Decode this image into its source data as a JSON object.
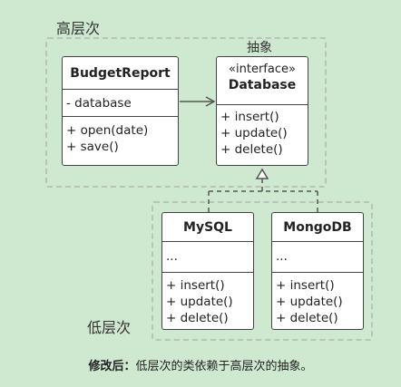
{
  "regions": {
    "high": {
      "label": "高层次"
    },
    "abstraction": {
      "label": "抽象"
    },
    "low": {
      "label": "低层次"
    }
  },
  "classes": {
    "budget_report": {
      "name": "BudgetReport",
      "fields": [
        "- database"
      ],
      "methods": [
        "+ open(date)",
        "+ save()"
      ]
    },
    "database": {
      "stereotype": "«interface»",
      "name": "Database",
      "methods": [
        "+ insert()",
        "+ update()",
        "+ delete()"
      ]
    },
    "mysql": {
      "name": "MySQL",
      "fields": [
        "..."
      ],
      "methods": [
        "+ insert()",
        "+ update()",
        "+ delete()"
      ]
    },
    "mongodb": {
      "name": "MongoDB",
      "fields": [
        "..."
      ],
      "methods": [
        "+ insert()",
        "+ update()",
        "+ delete()"
      ]
    }
  },
  "caption": {
    "bold": "修改后：",
    "text": "低层次的类依赖于高层次的抽象。"
  },
  "colors": {
    "background": "#cfe8d0",
    "region_border": "#b8c4b8",
    "box_border": "#444444",
    "arrow": "#555555"
  }
}
